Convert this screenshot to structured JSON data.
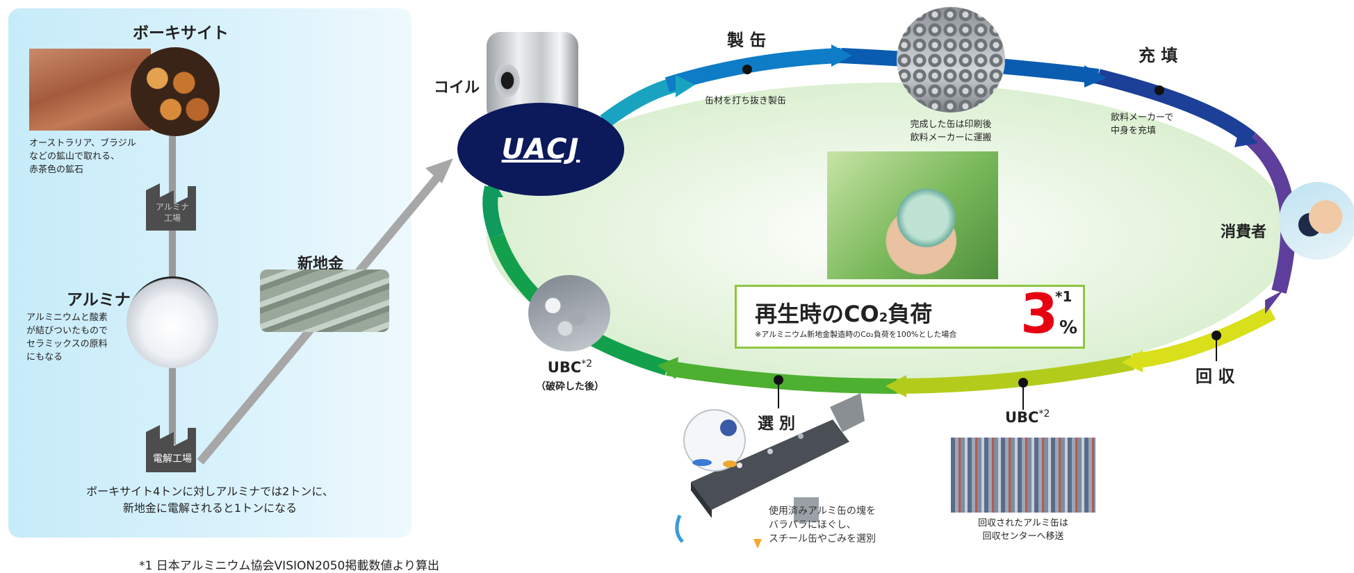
{
  "left_panel": {
    "bauxite": {
      "title": "ボーキサイト",
      "desc": [
        "オーストラリア、ブラジル",
        "などの鉱山で取れる、",
        "赤茶色の鉱石"
      ]
    },
    "alumina_factory": [
      "アルミナ",
      "工場"
    ],
    "alumina": {
      "title": "アルミナ",
      "desc": [
        "アルミニウムと酸素",
        "が結びついたもので",
        "セラミックスの原料",
        "にもなる"
      ]
    },
    "smelter": "電解工場",
    "summary": [
      "ボーキサイト4トンに対しアルミナでは2トンに、",
      "新地金に電解されると1トンになる"
    ]
  },
  "ingot_label": "新地金",
  "coil_label": "コイル",
  "logo_text": "UACJ",
  "steps": {
    "canmaking": {
      "title": "製 缶",
      "desc": "缶材を打ち抜き製缶"
    },
    "cans_done": {
      "desc": [
        "完成した缶は印刷後",
        "飲料メーカーに運搬"
      ]
    },
    "filling": {
      "title": "充 填",
      "desc": [
        "飲料メーカーで",
        "中身を充填"
      ]
    },
    "consumer": {
      "title": "消費者"
    },
    "collection": {
      "title": "回 収"
    },
    "ubc_bale": {
      "title": "UBC",
      "sup": "*2",
      "desc": [
        "回収されたアルミ缶は",
        "回収センターへ移送"
      ]
    },
    "sorting": {
      "title": "選 別",
      "desc": [
        "使用済みアルミ缶の塊を",
        "バラバラにほぐし、",
        "スチール缶やごみを選別"
      ]
    },
    "ubc_crushed": {
      "title": "UBC",
      "sup": "*2",
      "sub": "（破砕した後）"
    }
  },
  "co2_box": {
    "title_pre": "再生時のCO",
    "title_sub": "2",
    "title_post": "負荷",
    "note": "※アルミニウム新地金製造時のCo₂負荷を100%とした場合",
    "value": "3",
    "unit": "%",
    "sup": "*1"
  },
  "footnote": "*1 日本アルミニウム協会VISION2050掲載数値より算出",
  "colors": {
    "panel_bg": "#d4f0fb",
    "logo_bg": "#0c1a5b",
    "accent_red": "#e60012",
    "box_border": "#8cc63f",
    "ellipse_fill": "#e3f3dc"
  },
  "icons": [
    "factory-icon",
    "bauxite-photo",
    "alumina-photo",
    "ingot-photo",
    "coil-photo",
    "cans-photo",
    "earth-in-hands-photo",
    "consumer-photo",
    "ubc-bale-photo",
    "crushed-ubc-photo",
    "sorting-conveyor-illustration",
    "magnet-icon"
  ]
}
